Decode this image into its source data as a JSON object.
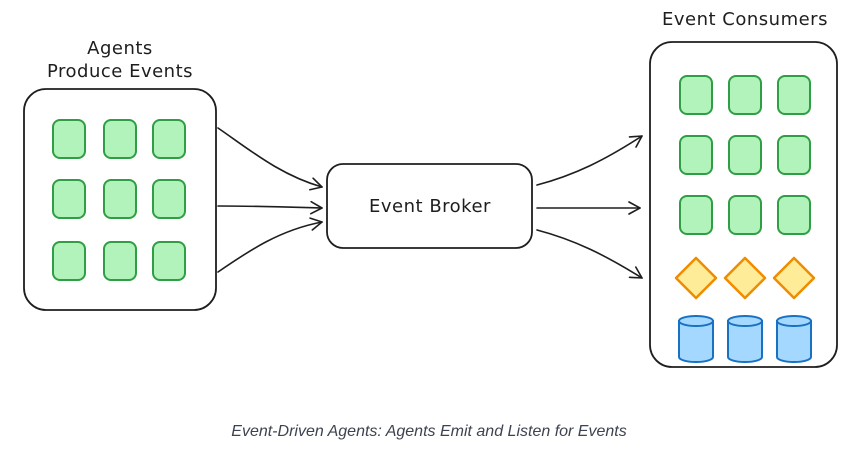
{
  "producers": {
    "title_line1": "Agents",
    "title_line2": "Produce Events",
    "node_count": 9,
    "node_fill": "#b2f2bb",
    "node_stroke": "#2f9e44"
  },
  "broker": {
    "label": "Event Broker"
  },
  "consumers": {
    "title": "Event Consumers",
    "agent_count": 9,
    "decision_count": 3,
    "store_count": 3,
    "agent_fill": "#b2f2bb",
    "agent_stroke": "#2f9e44",
    "decision_fill": "#ffec99",
    "decision_stroke": "#f08c00",
    "store_fill": "#a5d8ff",
    "store_stroke": "#1971c2"
  },
  "caption": "Event-Driven Agents: Agents Emit and Listen for Events"
}
